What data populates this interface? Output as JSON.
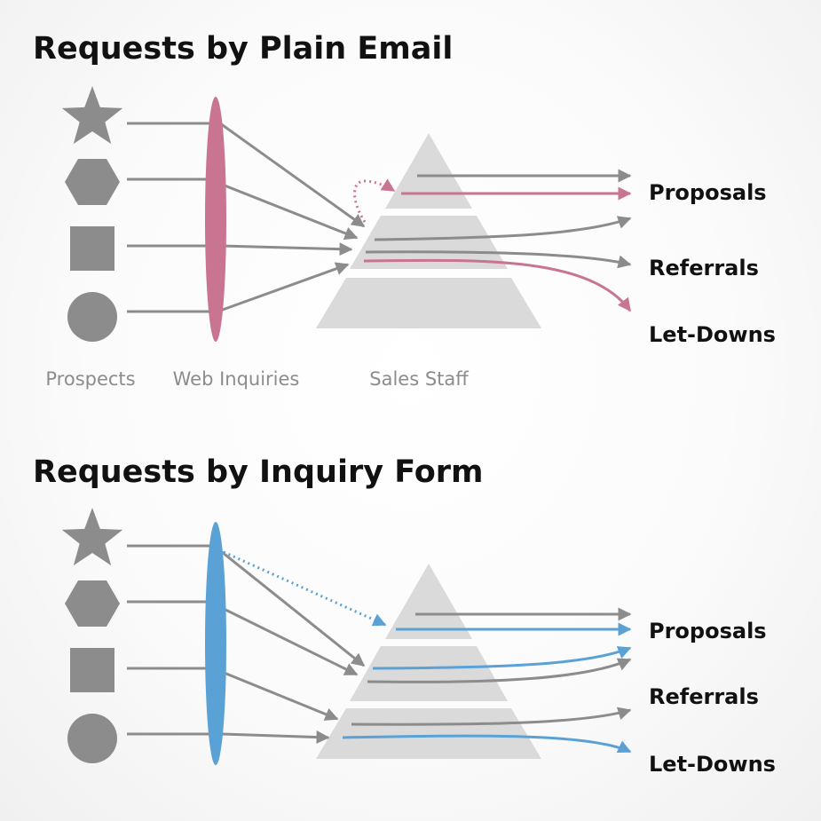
{
  "colors": {
    "shape_gray": "#8c8c8c",
    "pyramid_gray": "#dadada",
    "flow_gray": "#8c8c8c",
    "email_accent": "#c97490",
    "form_accent": "#5aa2d6",
    "title_text": "#111111",
    "label_text": "#8c8c8c"
  },
  "icons": [
    "star-icon",
    "hexagon-icon",
    "square-icon",
    "circle-icon"
  ],
  "panels": [
    {
      "title": "Requests by Plain Email",
      "accent": "email",
      "stage_labels": {
        "prospects": "Prospects",
        "web_inquiries": "Web Inquiries",
        "sales_staff": "Sales Staff"
      },
      "outcomes": [
        "Proposals",
        "Referrals",
        "Let-Downs"
      ]
    },
    {
      "title": "Requests by Inquiry Form",
      "accent": "form",
      "outcomes": [
        "Proposals",
        "Referrals",
        "Let-Downs"
      ]
    }
  ]
}
